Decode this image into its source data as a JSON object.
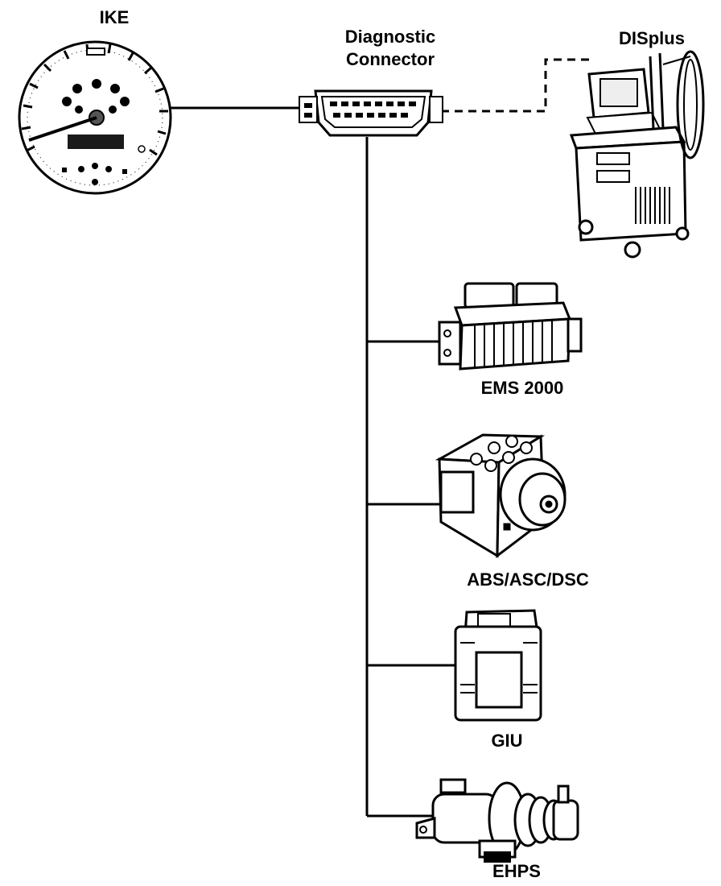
{
  "labels": {
    "ike": "IKE",
    "diagnostic_connector_line1": "Diagnostic",
    "diagnostic_connector_line2": "Connector",
    "displus": "DISplus",
    "ems": "EMS 2000",
    "abs": "ABS/ASC/DSC",
    "giu": "GIU",
    "ehps": "EHPS"
  },
  "colors": {
    "ink": "#000000",
    "background": "#ffffff",
    "screen": "#1a1a1a"
  },
  "icons": [
    "speedometer-icon",
    "obd-connector-icon",
    "diagnostic-cart-icon",
    "ecu-module-icon",
    "abs-unit-icon",
    "giu-module-icon",
    "pump-motor-icon"
  ]
}
